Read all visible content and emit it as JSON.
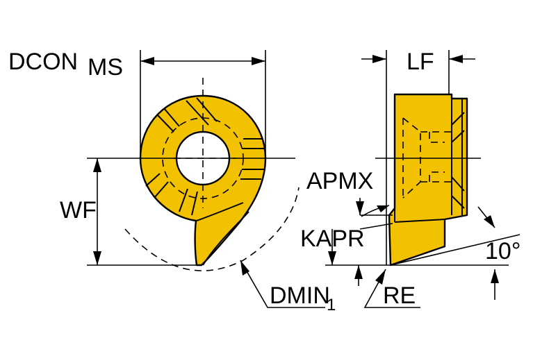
{
  "labels": {
    "dcon": "DCON",
    "dcon_sub": "MS",
    "wf": "WF",
    "dmin": "DMIN",
    "dmin_sub": "1",
    "lf": "LF",
    "apmx": "APMX",
    "kapr": "KAPR",
    "re": "RE",
    "angle": "10°"
  },
  "colors": {
    "insert": "#F2C200",
    "line": "#000000",
    "background": "#FFFFFF"
  }
}
